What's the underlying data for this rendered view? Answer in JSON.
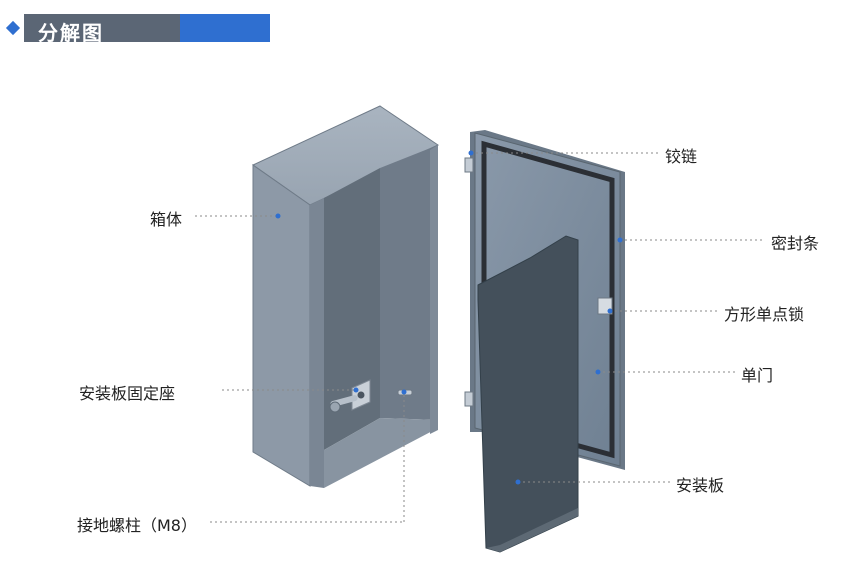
{
  "header": {
    "title": "分解图"
  },
  "labels": {
    "box_body": "箱体",
    "mount_seat": "安装板固定座",
    "ground_stud": "接地螺柱（M8）",
    "hinge": "铰链",
    "seal": "密封条",
    "lock": "方形单点锁",
    "single_door": "单门",
    "mount_plate": "安装板"
  },
  "colors": {
    "accent": "#2f6fd0",
    "title_bar": "#5b6675",
    "box": "#7d8a99",
    "door": "#76879a",
    "plate": "#44505b"
  }
}
